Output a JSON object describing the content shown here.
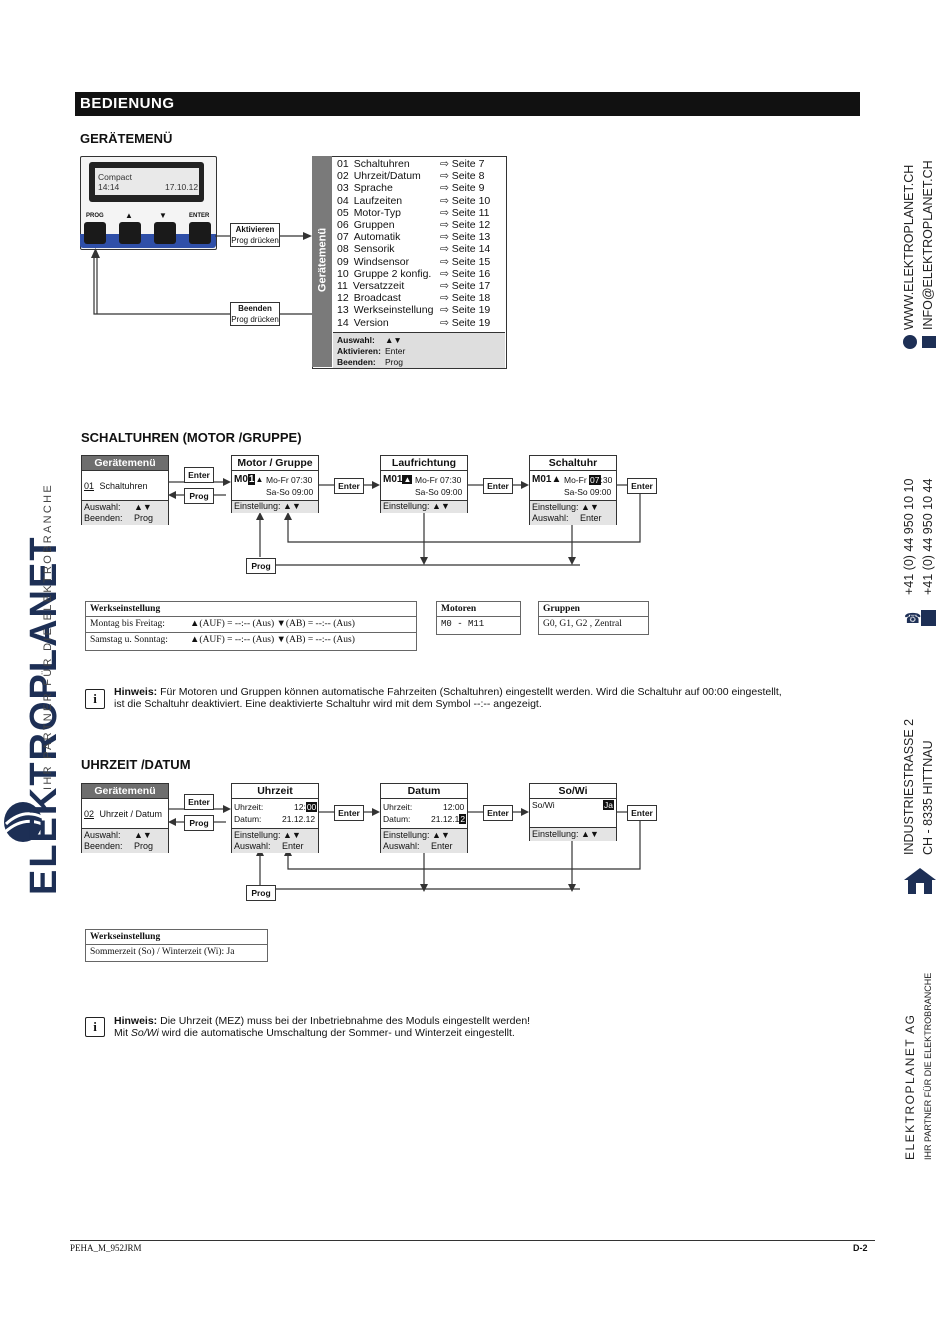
{
  "header": {
    "title": "BEDIENUNG"
  },
  "geraetemenu": {
    "heading": "GERÄTEMENÜ",
    "device": {
      "lcd_line1": "Compact",
      "lcd_time": "14:14",
      "lcd_date": "17.10.12",
      "keys": [
        "PROG",
        "▲",
        "▼",
        "ENTER"
      ]
    },
    "callout_activate": {
      "title": "Aktivieren",
      "sub": "Prog drücken"
    },
    "callout_end": {
      "title": "Beenden",
      "sub": "Prog drücken"
    },
    "panel_label": "Gerätemenü",
    "items": [
      {
        "num": "01",
        "label": "Schaltuhren",
        "page": "⇨ Seite 7"
      },
      {
        "num": "02",
        "label": "Uhrzeit/Datum",
        "page": "⇨ Seite 8"
      },
      {
        "num": "03",
        "label": "Sprache",
        "page": "⇨ Seite 9"
      },
      {
        "num": "04",
        "label": "Laufzeiten",
        "page": "⇨ Seite 10"
      },
      {
        "num": "05",
        "label": "Motor-Typ",
        "page": "⇨ Seite 11"
      },
      {
        "num": "06",
        "label": "Gruppen",
        "page": "⇨ Seite 12"
      },
      {
        "num": "07",
        "label": "Automatik",
        "page": "⇨ Seite 13"
      },
      {
        "num": "08",
        "label": "Sensorik",
        "page": "⇨ Seite 14"
      },
      {
        "num": "09",
        "label": "Windsensor",
        "page": "⇨ Seite 15"
      },
      {
        "num": "10",
        "label": "Gruppe 2 konfig.",
        "page": "⇨ Seite 16"
      },
      {
        "num": "11",
        "label": "Versatzzeit",
        "page": "⇨ Seite 17"
      },
      {
        "num": "12",
        "label": "Broadcast",
        "page": "⇨ Seite 18"
      },
      {
        "num": "13",
        "label": "Werkseinstellung",
        "page": "⇨ Seite 19"
      },
      {
        "num": "14",
        "label": "Version",
        "page": "⇨ Seite 19"
      }
    ],
    "footer": [
      {
        "key": "Auswahl:",
        "val": "▲▼"
      },
      {
        "key": "Aktivieren:",
        "val": "Enter"
      },
      {
        "key": "Beenden:",
        "val": "Prog"
      }
    ]
  },
  "schaltuhren": {
    "heading": "SCHALTUHREN (MOTOR /GRUPPE)",
    "menu_box": {
      "title": "Gerätemenü",
      "num": "01",
      "label": "Schaltuhren",
      "foot1_key": "Auswahl:",
      "foot1_val": "▲▼",
      "foot2_key": "Beenden:",
      "foot2_val": "Prog"
    },
    "btn_enter": "Enter",
    "btn_prog": "Prog",
    "motor_box": {
      "title": "Motor / Gruppe",
      "id_prefix": "M0",
      "id_sel": "1",
      "line1": "Mo-Fr 07:30",
      "line2": "Sa-So 09:00",
      "foot": "Einstellung: ▲▼"
    },
    "richtung_box": {
      "title": "Laufrichtung",
      "id": "M01",
      "arrow": "▲",
      "line1": "Mo-Fr 07:30",
      "line2": "Sa-So 09:00",
      "foot": "Einstellung: ▲▼"
    },
    "schaltuhr_box": {
      "title": "Schaltuhr",
      "id": "M01▲",
      "line1_pre": "Mo-Fr ",
      "line1_sel": "07",
      "line1_post": ":30",
      "line2": "Sa-So 09:00",
      "foot1": "Einstellung: ▲▼",
      "foot2_key": "Auswahl:",
      "foot2_val": "Enter"
    },
    "werks_table": {
      "title": "Werkseinstellung",
      "rows": [
        {
          "label": "Montag bis Freitag:",
          "val": "▲(AUF) = --:-- (Aus)  ▼(AB) = --:-- (Aus)"
        },
        {
          "label": "Samstag u. Sonntag:",
          "val": "▲(AUF) = --:-- (Aus)  ▼(AB) = --:-- (Aus)"
        }
      ]
    },
    "motoren_table": {
      "title": "Motoren",
      "val": "M0 - M11"
    },
    "gruppen_table": {
      "title": "Gruppen",
      "val": "G0, G1, G2 , Zentral"
    },
    "note": {
      "bold": "Hinweis:",
      "text": " Für Motoren und Gruppen können automatische Fahrzeiten (Schaltuhren) eingestellt werden. Wird die Schaltuhr auf 00:00 eingestellt,",
      "text2": "ist die Schaltuhr deaktiviert. Eine deaktivierte Schaltuhr wird mit dem Symbol --:-- angezeigt."
    }
  },
  "uhrzeit": {
    "heading": "UHRZEIT /DATUM",
    "menu_box": {
      "title": "Gerätemenü",
      "num": "02",
      "label": "Uhrzeit / Datum",
      "foot1_key": "Auswahl:",
      "foot1_val": "▲▼",
      "foot2_key": "Beenden:",
      "foot2_val": "Prog"
    },
    "btn_enter": "Enter",
    "btn_prog": "Prog",
    "uhrzeit_box": {
      "title": "Uhrzeit",
      "l1k": "Uhrzeit:",
      "l1v_pre": "12:",
      "l1v_sel": "00",
      "l2k": "Datum:",
      "l2v": "21.12.12",
      "foot1": "Einstellung: ▲▼",
      "foot2_key": "Auswahl:",
      "foot2_val": "Enter"
    },
    "datum_box": {
      "title": "Datum",
      "l1k": "Uhrzeit:",
      "l1v": "12:00",
      "l2k": "Datum:",
      "l2v_pre": "21.12.1",
      "l2v_sel": "2",
      "foot1": "Einstellung: ▲▼",
      "foot2_key": "Auswahl:",
      "foot2_val": "Enter"
    },
    "sowi_box": {
      "title": "So/Wi",
      "label": "So/Wi",
      "val": "Ja",
      "foot": "Einstellung: ▲▼"
    },
    "werks_table": {
      "title": "Werkseinstellung",
      "val": "Sommerzeit (So) / Winterzeit (Wi): Ja"
    },
    "note": {
      "bold": "Hinweis:",
      "text": " Die Uhrzeit (MEZ) muss bei der Inbetriebnahme des Moduls eingestellt werden!",
      "text2_pre": "Mit ",
      "text2_em": "So/Wi",
      "text2_post": " wird die automatische Umschaltung der Sommer- und Winterzeit eingestellt."
    }
  },
  "brand": {
    "name": "ELEKTROPLANET",
    "tagline": "IHR PARTNER FÜR DIE ELEKTROBRANCHE"
  },
  "contact": {
    "web": "WWW.ELEKTROPLANET.CH",
    "mail": "INFO@ELEKTROPLANET.CH",
    "phone": "+41 (0) 44 950 10 10",
    "fax": "+41 (0) 44 950 10 44",
    "street": "INDUSTRIESTRASSE 2",
    "city": "CH - 8335  HITTNAU",
    "company": "ELEKTROPLANET AG",
    "company_tag": "IHR PARTNER FÜR DIE ELEKTROBRANCHE"
  },
  "footer": {
    "left": "PEHA_M_952JRM",
    "right": "D-2"
  }
}
